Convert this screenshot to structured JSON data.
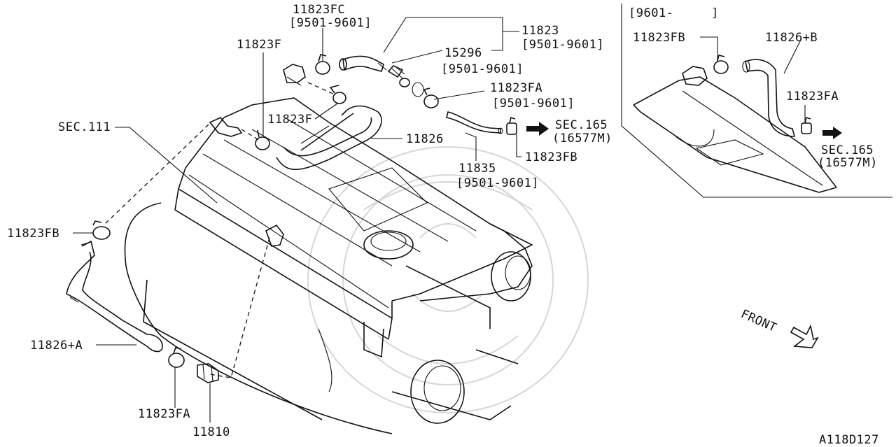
{
  "diagram_id": "A118D127",
  "main_view": {
    "labels": {
      "p11823fc": "11823FC",
      "p11823fc_range": "[9501-9601]",
      "p11823": "11823",
      "p11823_range": "[9501-9601]",
      "p15296": "15296",
      "p15296_range": "[9501-9601]",
      "p11823f_top": "11823F",
      "p11823f_mid": "11823F",
      "p11823fa_top": "11823FA",
      "p11823fa_top_range": "[9501-9601]",
      "sec111": "SEC.111",
      "p11826": "11826",
      "sec165": "SEC.165",
      "sec165_code": "(16577M)",
      "p11823fb_right": "11823FB",
      "p11835": "11835",
      "p11835_range": "[9501-9601]",
      "p11823fb_left": "11823FB",
      "p11826a": "11826+A",
      "p11823fa_bottom": "11823FA",
      "p11810": "11810"
    }
  },
  "inset_view": {
    "labels": {
      "range": "[9601-     ]",
      "p11823fb": "11823FB",
      "p11826b": "11826+B",
      "p11823fa": "11823FA",
      "sec165": "SEC.165",
      "sec165_code": "(16577M)"
    }
  },
  "front_label": "FRONT"
}
